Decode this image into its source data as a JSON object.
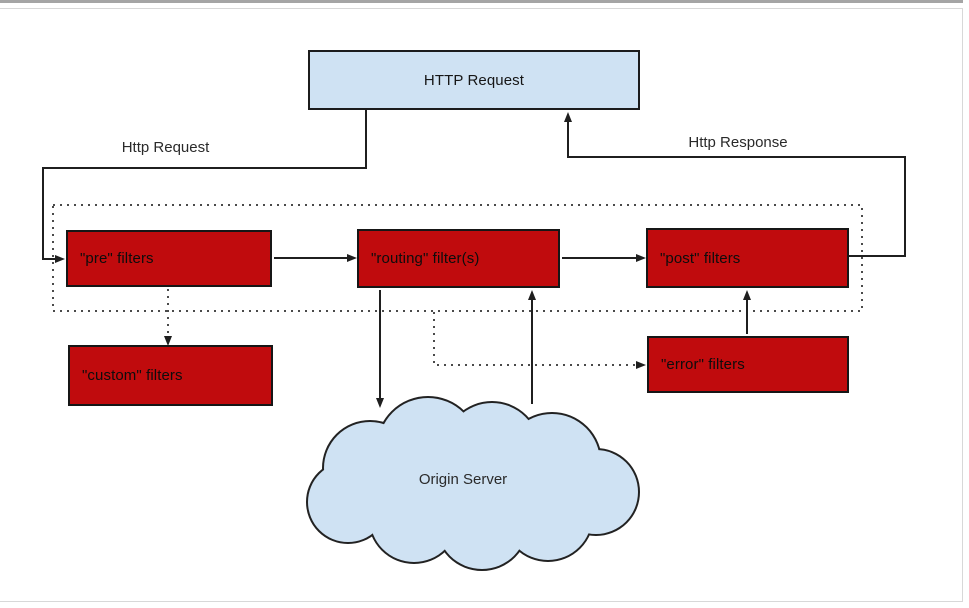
{
  "diagram": {
    "title_box": "HTTP Request",
    "edge_labels": {
      "request": "Http Request",
      "response": "Http Response"
    },
    "filters": {
      "pre": "\"pre\" filters",
      "routing": "\"routing\" filter(s)",
      "post": "\"post\" filters",
      "custom": "\"custom\" filters",
      "error": "\"error\" filters"
    },
    "cloud_label": "Origin Server",
    "colors": {
      "filter_box": "#c00b0d",
      "io_box": "#cfe2f3",
      "line": "#1f1f1f",
      "dotted_line": "#4a4a4a"
    }
  }
}
